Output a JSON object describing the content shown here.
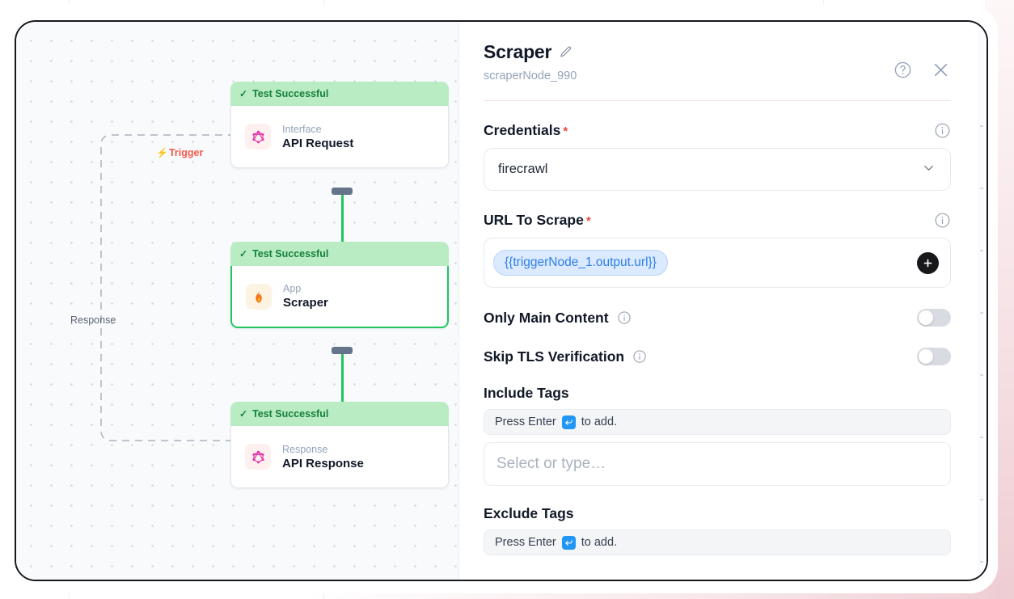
{
  "canvas": {
    "trigger_label": "Trigger",
    "response_label": "Response",
    "nodes": [
      {
        "status": "Test Successful",
        "kind": "Interface",
        "title": "API Request",
        "icon": "graphql-icon",
        "selected": false
      },
      {
        "status": "Test Successful",
        "kind": "App",
        "title": "Scraper",
        "icon": "flame-icon",
        "selected": true
      },
      {
        "status": "Test Successful",
        "kind": "Response",
        "title": "API Response",
        "icon": "graphql-icon",
        "selected": false
      }
    ]
  },
  "inspector": {
    "title": "Scraper",
    "subtitle": "scraperNode_990",
    "edit_icon": "pencil-icon",
    "help_icon": "help-circle-icon",
    "close_icon": "close-icon",
    "credentials": {
      "label": "Credentials",
      "required": "*",
      "info_icon": "info-icon",
      "value": "firecrawl",
      "chevron_icon": "chevron-down-icon"
    },
    "url_to_scrape": {
      "label": "URL To Scrape",
      "required": "*",
      "info_icon": "info-icon",
      "token": "{{triggerNode_1.output.url}}",
      "add_icon": "plus-icon"
    },
    "only_main_content": {
      "label": "Only Main Content",
      "info_icon": "info-icon",
      "enabled": false
    },
    "skip_tls_verification": {
      "label": "Skip TLS Verification",
      "info_icon": "info-icon",
      "enabled": false
    },
    "include_tags": {
      "label": "Include Tags",
      "hint_prefix": "Press Enter",
      "hint_suffix": "to add.",
      "enter_icon": "enter-key-icon",
      "placeholder": "Select or type…"
    },
    "exclude_tags": {
      "label": "Exclude Tags",
      "hint_prefix": "Press Enter",
      "hint_suffix": "to add.",
      "enter_icon": "enter-key-icon"
    }
  },
  "colors": {
    "success_bg": "#b9ecc3",
    "success_text": "#16803c",
    "edge": "#22c55e",
    "trigger": "#f2594b",
    "accent_blue": "#2f7fe8",
    "required": "#ef4444"
  }
}
